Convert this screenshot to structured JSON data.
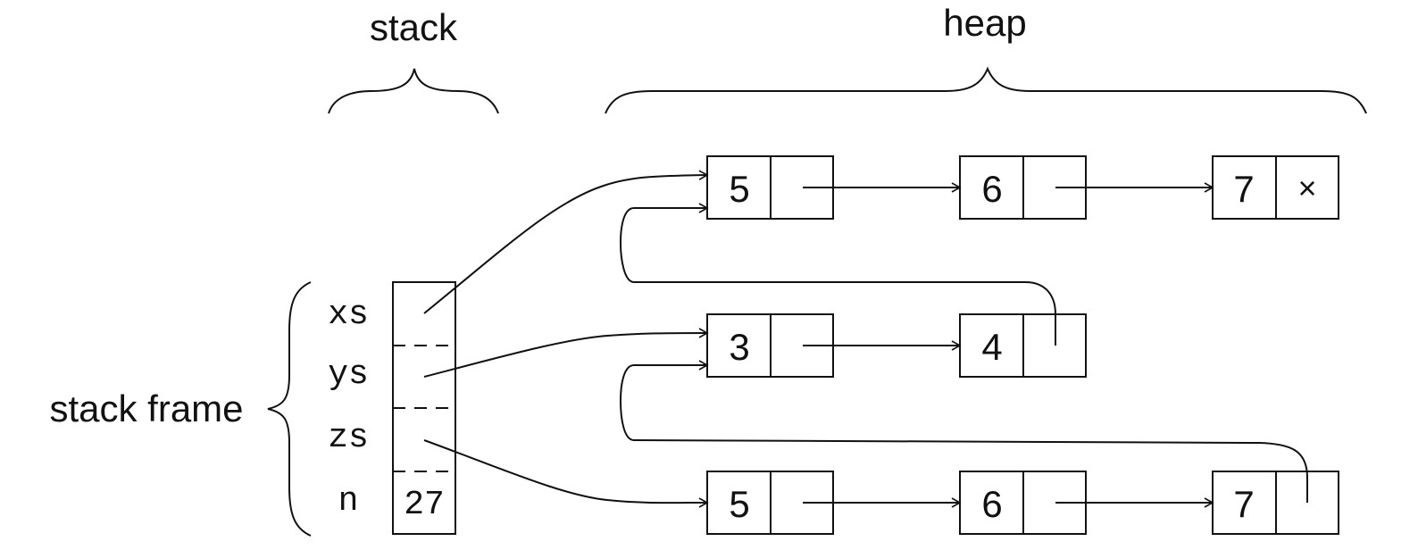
{
  "labels": {
    "stack": "stack",
    "heap": "heap",
    "stack_frame": "stack frame"
  },
  "stack_frame": {
    "variables": [
      "xs",
      "ys",
      "zs",
      "n"
    ],
    "n_value": "27"
  },
  "heap": {
    "list1": [
      "5",
      "6",
      "7"
    ],
    "list2": [
      "3",
      "4"
    ],
    "list3": [
      "5",
      "6",
      "7"
    ],
    "null_marker": "×"
  },
  "colors": {
    "ink": "#111111",
    "background": "#ffffff"
  }
}
